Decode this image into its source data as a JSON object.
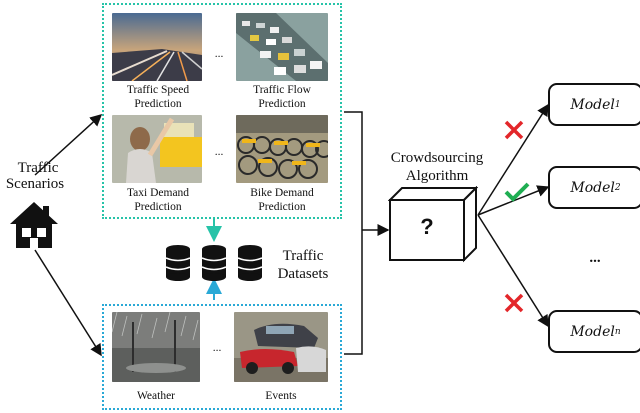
{
  "left": {
    "scenarios_label_line1": "Traffic",
    "scenarios_label_line2": "Scenarios"
  },
  "tasks": {
    "speed": {
      "line1": "Traffic Speed",
      "line2": "Prediction"
    },
    "flow": {
      "line1": "Traffic Flow",
      "line2": "Prediction"
    },
    "taxi": {
      "line1": "Taxi Demand",
      "line2": "Prediction"
    },
    "bike": {
      "line1": "Bike Demand",
      "line2": "Prediction"
    },
    "ellipsis_top": "...",
    "ellipsis_mid": "..."
  },
  "datasets": {
    "label_line1": "Traffic",
    "label_line2": "Datasets"
  },
  "context": {
    "weather": "Weather",
    "events": "Events",
    "ellipsis": "..."
  },
  "algorithm": {
    "label_line1": "Crowdsourcing",
    "label_line2": "Algorithm",
    "cube_text": "?"
  },
  "models": {
    "m1": {
      "name": "Model",
      "sub": "1"
    },
    "m2": {
      "name": "Model",
      "sub": "2"
    },
    "mn": {
      "name": "Model",
      "sub": "n"
    },
    "ellipsis": "..."
  },
  "colors": {
    "task_box": "#27c3a8",
    "context_box": "#2aa9d6",
    "reject": "#e3262a",
    "accept": "#1fae52"
  }
}
